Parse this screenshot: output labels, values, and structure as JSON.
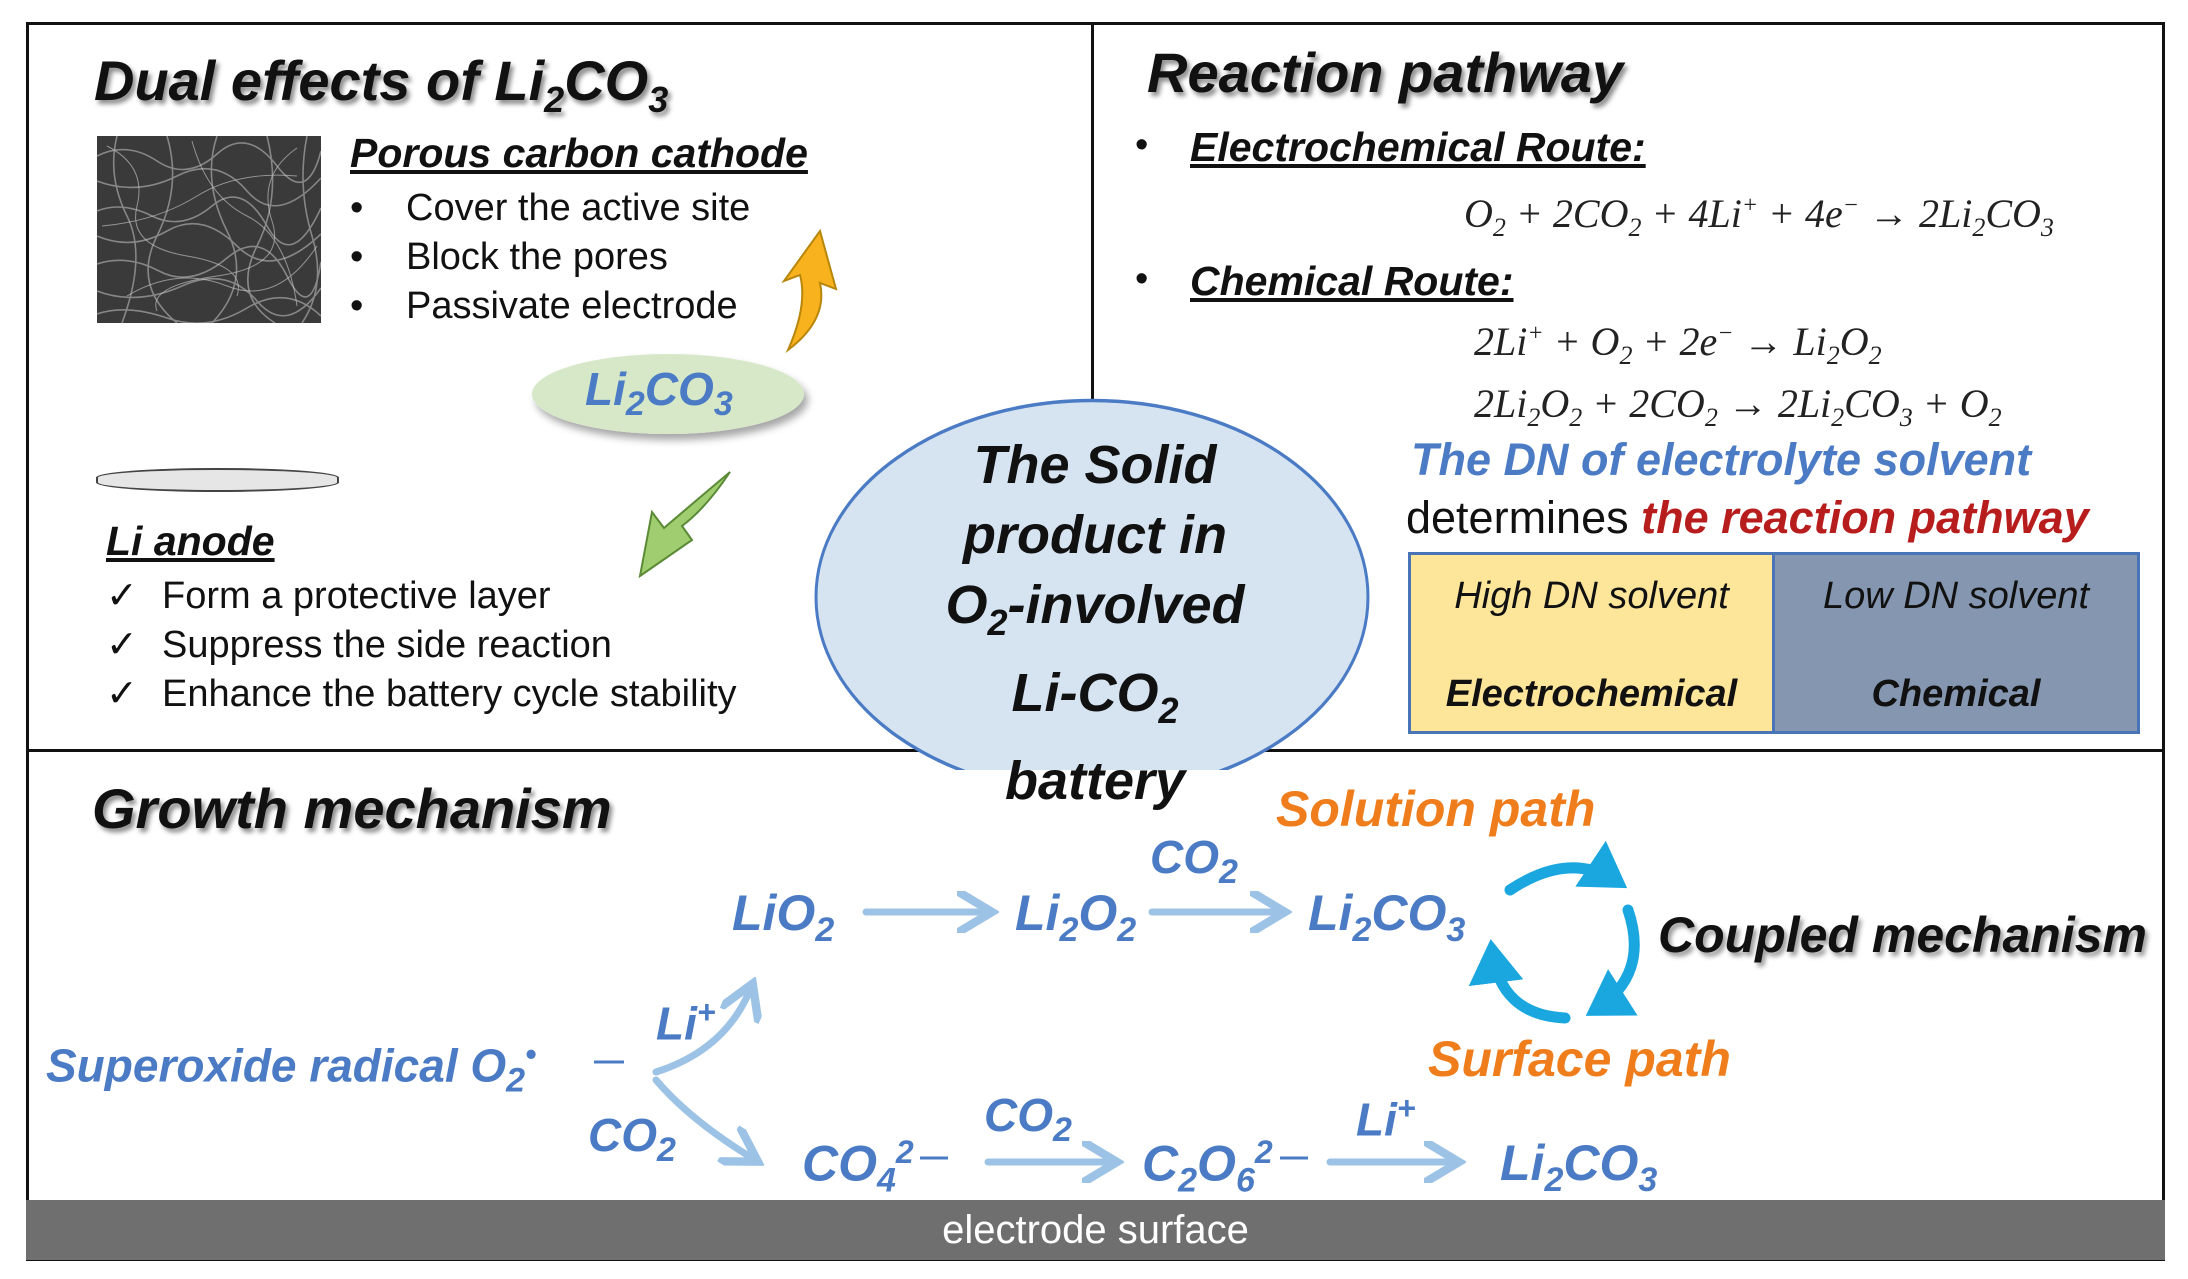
{
  "dual_effects": {
    "title": "Dual effects of Li",
    "title_sub": "2",
    "title_tail": "CO",
    "title_sub2": "3",
    "cathode_heading": "Porous carbon cathode",
    "cathode_items": [
      "Cover the active site",
      "Block the pores",
      "Passivate electrode"
    ],
    "bullet_glyph": "•",
    "center_label": "Li",
    "center_label_sub": "2",
    "center_label_tail": "CO",
    "center_label_sub2": "3",
    "anode_heading": "Li anode",
    "anode_items": [
      "Form a protective layer",
      "Suppress the side reaction",
      "Enhance the battery cycle stability"
    ],
    "check_glyph": "✓"
  },
  "reaction_pathway": {
    "title": "Reaction pathway",
    "electrochemical_heading": "Electrochemical Route:",
    "chemical_heading": "Chemical Route:",
    "dn_line1": "The DN of electrolyte solvent",
    "dn_line2_plain": "determines ",
    "dn_line2_emph": "the reaction pathway",
    "table": {
      "high_label": "High DN solvent",
      "high_value": "Electrochemical",
      "low_label": "Low DN solvent",
      "low_value": "Chemical"
    }
  },
  "center_bubble": {
    "line1": "The Solid",
    "line2": "product in",
    "line3a": "O",
    "line3sub": "2",
    "line3b": "-involved",
    "line4a": "Li-CO",
    "line4sub": "2",
    "line5": "battery"
  },
  "growth": {
    "title": "Growth mechanism",
    "superoxide_label": "Superoxide radical O",
    "solution_path": "Solution path",
    "surface_path": "Surface path",
    "coupled": "Coupled mechanism",
    "electrode_surface": "electrode surface"
  },
  "colors": {
    "blue_text": "#4a7bc4",
    "orange_text": "#ef7d1c",
    "red_text": "#b81d1d",
    "arrow_light_blue": "#9cc2e5",
    "cycle_cyan": "#1aa7e0",
    "bubble_fill": "#d6e4f2",
    "high_dn_fill": "#fde59a",
    "low_dn_fill": "#8496b0",
    "surface_bar": "#6f6f6f"
  }
}
